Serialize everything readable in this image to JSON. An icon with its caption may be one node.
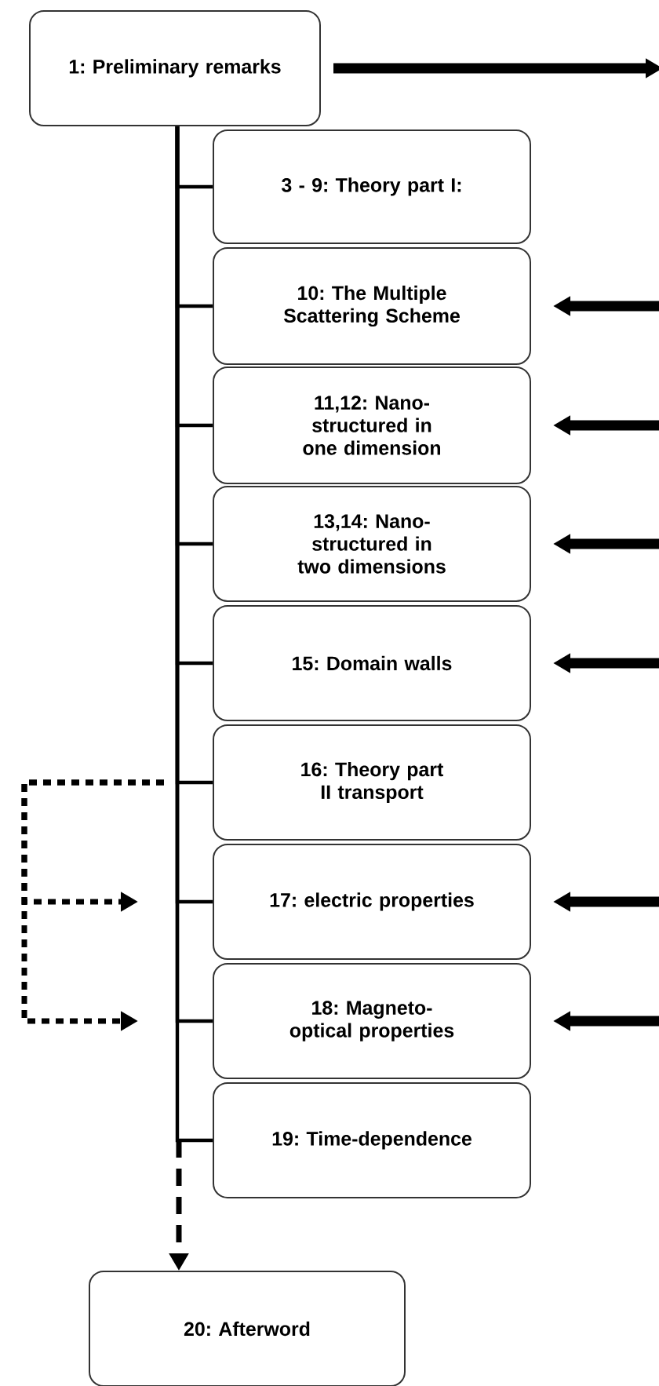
{
  "diagram": {
    "nodes": [
      {
        "text": [
          "1: Preliminary remarks"
        ]
      },
      {
        "text": [
          "3 - 9: Theory part I:"
        ]
      },
      {
        "text": [
          "10: The Multiple Scattering Scheme"
        ]
      },
      {
        "text": [
          "11,12: Nano-structured in one dimension"
        ]
      },
      {
        "text": [
          "13,14: Nano-structured in two dimensions"
        ]
      },
      {
        "text": [
          "15: Domain walls"
        ]
      },
      {
        "text": [
          "16: Theory part II transport"
        ]
      },
      {
        "text": [
          "17: electric properties"
        ]
      },
      {
        "text": [
          "18: Magneto-optical properties"
        ]
      },
      {
        "text": [
          "19: Time-dependence"
        ]
      },
      {
        "text": [
          "20: Afterword"
        ]
      }
    ],
    "edges": [
      {
        "from": 0,
        "to": 1,
        "arrow": "none"
      },
      {
        "from": 0,
        "to": 2,
        "arrow": "none"
      },
      {
        "from": 0,
        "to": 3,
        "arrow": "none"
      },
      {
        "from": 0,
        "to": 4,
        "arrow": "none"
      },
      {
        "from": 0,
        "to": 5,
        "arrow": "none"
      },
      {
        "from": 0,
        "to": 6,
        "arrow": "none"
      },
      {
        "from": 0,
        "to": 7,
        "arrow": "none"
      },
      {
        "from": 0,
        "to": 8,
        "arrow": "none"
      },
      {
        "from": 0,
        "to": 9,
        "arrow": "none"
      },
      {
        "from": 9,
        "to": 10,
        "arrow": "to",
        "style": "dashed"
      },
      {
        "from": 6,
        "to": 7,
        "arrow": "to",
        "style": "dashed"
      },
      {
        "from": 6,
        "to": 8,
        "arrow": "to",
        "style": "dashed"
      },
      {
        "from": 0,
        "to": null,
        "arrow": "to",
        "style": "thick"
      },
      {
        "from": null,
        "to": 2,
        "arrow": "to",
        "style": "thick"
      },
      {
        "from": null,
        "to": 3,
        "arrow": "to",
        "style": "thick"
      },
      {
        "from": null,
        "to": 4,
        "arrow": "to",
        "style": "thick"
      },
      {
        "from": null,
        "to": 5,
        "arrow": "to",
        "style": "thick"
      },
      {
        "from": null,
        "to": 7,
        "arrow": "to",
        "style": "thick"
      },
      {
        "from": null,
        "to": 8,
        "arrow": "to",
        "style": "thick"
      }
    ]
  }
}
